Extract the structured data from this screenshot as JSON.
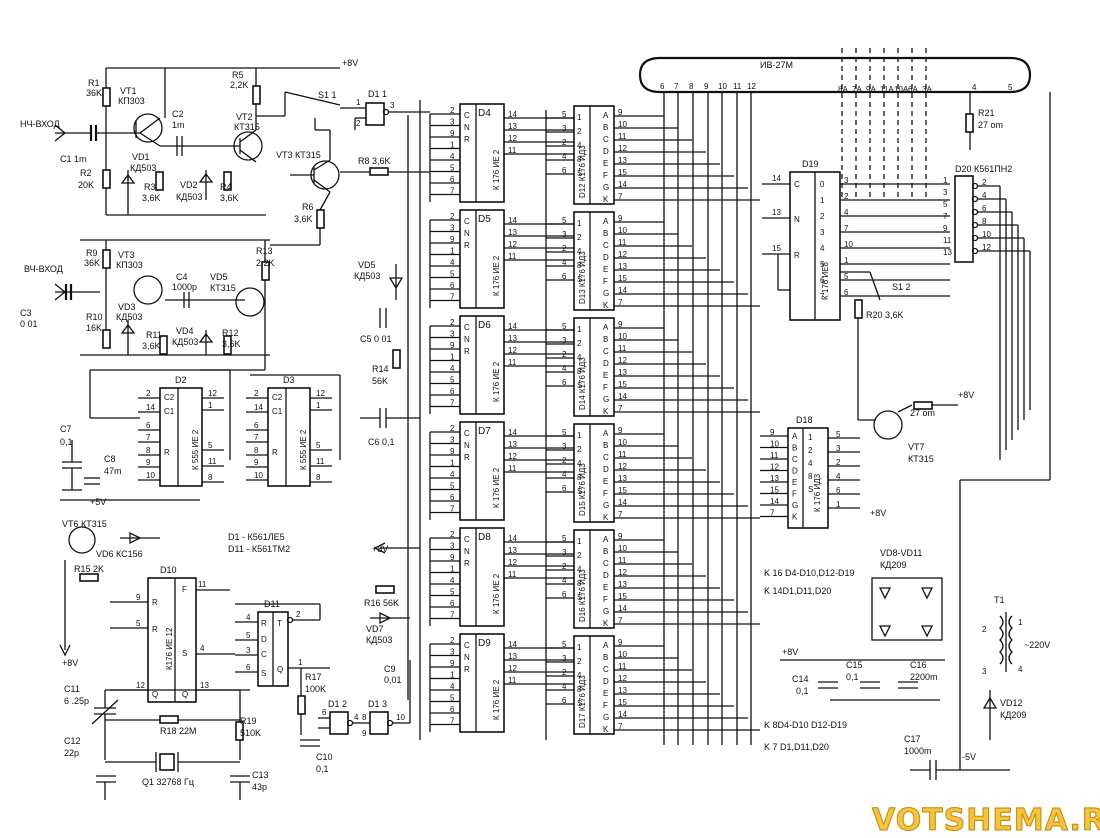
{
  "display": {
    "tube": "ИВ-27М",
    "pins_bottom": [
      "6",
      "7",
      "8",
      "9",
      "10",
      "11",
      "12"
    ],
    "grid_labels": [
      "8A",
      "7A",
      "9A",
      "11A",
      "10A",
      "6A",
      "3A"
    ],
    "filament_pins": [
      "4",
      "5"
    ]
  },
  "rails": {
    "plus8v": "+8V",
    "plus5v": "+5V",
    "minus5v": "-5V"
  },
  "inputs": {
    "lf": "НЧ-ВХОД",
    "hf": "ВЧ-ВХОД"
  },
  "parts": {
    "R1a": "R1",
    "R1b": "36K",
    "R2a": "R2",
    "R2b": "20K",
    "C1": "C1 1m",
    "VT1a": "VT1",
    "VT1b": "КП303",
    "C2a": "C2",
    "C2b": "1m",
    "VD1a": "VD1",
    "VD1b": "КД503",
    "R3a": "R3",
    "R3b": "3,6K",
    "VD2a": "VD2",
    "VD2b": "КД503",
    "R4a": "R4",
    "R4b": "3,6K",
    "VT2a": "VT2",
    "VT2b": "КТ315",
    "R5a": "R5",
    "R5b": "2,2K",
    "S11": "S1 1",
    "VT3": "VT3 КТ315",
    "R6a": "R6",
    "R6b": "3,6K",
    "R8": "R8 3,6K",
    "D11gate": "D1 1",
    "C3a": "C3",
    "C3b": "0 01",
    "R9a": "R9",
    "R9b": "36K",
    "R10a": "R10",
    "R10b": "16K",
    "VT3ba": "VT3",
    "VT3bb": "КП303",
    "VD3a": "VD3",
    "VD3b": "КД503",
    "R11a": "R11",
    "R11b": "3,6K",
    "C4a": "C4",
    "C4b": "1000p",
    "VD4a": "VD4",
    "VD4b": "КД503",
    "R12a": "R12",
    "R12b": "3,6K",
    "VT5a": "VD5",
    "VT5b": "КТ315",
    "R13a": "R13",
    "R13b": "2,2K",
    "D2": "D2",
    "D3": "D3",
    "ie2_555": "К 555 ИЕ 2",
    "C7a": "C7",
    "C7b": "0,1",
    "C8a": "C8",
    "C8b": "47m",
    "VT6": "VT6 КТ315",
    "VD6": "VD6 КС156",
    "R15": "R15 2K",
    "D10": "D10",
    "ie12": "К176 ИЕ 12",
    "D11": "D11",
    "R17a": "R17",
    "R17b": "100K",
    "D12gate": "D1 2",
    "D13gate": "D1 3",
    "C9a": "C9",
    "C9b": "0,01",
    "C10a": "C10",
    "C10b": "0,1",
    "C11a": "C11",
    "C11b": "6 .25p",
    "R18": "R18 22M",
    "R19a": "R19",
    "R19b": "510K",
    "C12a": "C12",
    "C12b": "22p",
    "Q1": "Q1 32768 Гц",
    "C13a": "C13",
    "C13b": "43p",
    "VD5a": "VD5",
    "VD5b": "КД503",
    "C5": "C5 0 01",
    "R14a": "R14",
    "R14b": "56K",
    "C6": "C6 0,1",
    "R16": "R16 56K",
    "VD7a": "VD7",
    "VD7b": "КД503",
    "D19": "D19",
    "ie8": "К 176 ИЕ8",
    "D20": "D20 К561ПН2",
    "S12": "S1 2",
    "R20": "R20 3,6K",
    "VT7a": "VT7",
    "VT7b": "КТ315",
    "R21b": "27 om",
    "D18": "D18",
    "id3": "К 176 ИД3",
    "VD811a": "VD8-VD11",
    "VD811b": "КД209",
    "T1": "T1",
    "mains": "~220V",
    "C14a": "C14",
    "C14b": "0,1",
    "C15a": "C15",
    "C15b": "0,1",
    "C16a": "C16",
    "C16b": "2200m",
    "VD12a": "VD12",
    "VD12b": "КД209",
    "C17a": "C17",
    "C17b": "1000m",
    "R21a": "R21",
    "R21b_val": "27 om"
  },
  "counters": {
    "names": [
      "D4",
      "D5",
      "D6",
      "D7",
      "D8",
      "D9"
    ],
    "type": "К 176 ИЕ 2",
    "left_pins": [
      "2",
      "3",
      "9",
      "1",
      "4",
      "5",
      "6",
      "7"
    ],
    "right_pins": [
      "14",
      "13",
      "12",
      "11"
    ],
    "left_letters": [
      "C",
      "N",
      "R"
    ]
  },
  "decoders": {
    "names": [
      "D12",
      "D13",
      "D14",
      "D15",
      "D16",
      "D17"
    ],
    "type": "К176 ИД3",
    "in_pins": [
      "5",
      "3",
      "2",
      "4",
      "6"
    ],
    "in_letters": [
      "1",
      "2",
      "4",
      "8",
      "S"
    ],
    "out_pins": [
      "9",
      "10",
      "11",
      "12",
      "13",
      "15",
      "14",
      "7"
    ],
    "out_letters": [
      "A",
      "B",
      "C",
      "D",
      "E",
      "F",
      "G",
      "K"
    ]
  },
  "d19_pins": [
    "3",
    "2",
    "4",
    "7",
    "10",
    "1",
    "5",
    "6"
  ],
  "d19_outs": [
    "0",
    "1",
    "2",
    "3",
    "4",
    "5",
    "6",
    "7"
  ],
  "d20_in": [
    "1",
    "3",
    "5",
    "7",
    "9",
    "11",
    "13"
  ],
  "d20_out": [
    "2",
    "4",
    "6",
    "8",
    "10",
    "12"
  ],
  "d18_pins": [
    "9",
    "10",
    "11",
    "12",
    "13",
    "15",
    "14",
    "7"
  ],
  "d18_in": [
    "5",
    "3",
    "2",
    "4",
    "6",
    "1"
  ],
  "notes": {
    "d1": "D1 - К561ЛЕ5",
    "d11": "D11 - К561ТМ2",
    "k16": "K 16 D4-D10,D12-D19",
    "k14": "K 14D1,D11,D20",
    "k8": "K 8D4-D10 D12-D19",
    "k7": "K 7 D1,D11,D20"
  },
  "watermark": "VOTSHEMA.RU"
}
